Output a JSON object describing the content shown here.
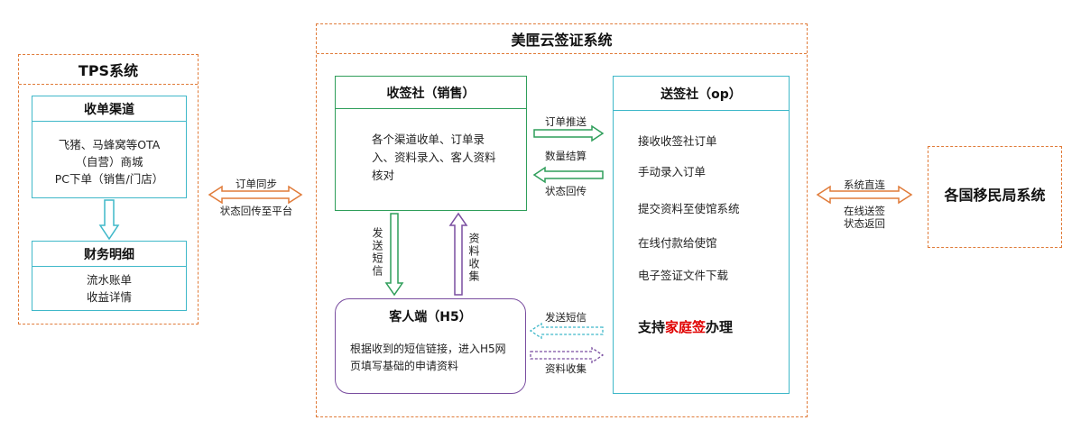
{
  "tps": {
    "title": "TPS系统",
    "channel_box": {
      "title": "收单渠道",
      "lines": [
        "飞猪、马蜂窝等OTA",
        "（自营）商城",
        "PC下单（销售/门店）"
      ]
    },
    "finance_box": {
      "title": "财务明细",
      "lines": [
        "流水账单",
        "收益详情"
      ]
    }
  },
  "link_tps": {
    "top": "订单同步",
    "bottom": "状态回传至平台"
  },
  "meixia": {
    "title": "美匣云签证系统",
    "collect_agency": {
      "title": "收签社（销售）",
      "body": "各个渠道收单、订单录入、资料录入、客人资料核对"
    },
    "send_agency": {
      "title": "送签社（op）",
      "items": [
        "接收收签社订单",
        "手动录入订单",
        "提交资料至使馆系统",
        "在线付款给使馆",
        "电子签证文件下载"
      ],
      "highlight_prefix": "支持",
      "highlight_red": "家庭签",
      "highlight_suffix": "办理"
    },
    "customer": {
      "title": "客人端（H5）",
      "body": "根据收到的短信链接，进入H5网页填写基础的申请资料"
    },
    "arrows": {
      "order_push": "订单推送",
      "qty_settle": "数量结算",
      "status_return": "状态回传",
      "send_sms_v": "发送短信",
      "data_collect_v": "资料收集",
      "send_sms_h": "发送短信",
      "data_collect_h": "资料收集"
    }
  },
  "link_gov": {
    "top": "系统直连",
    "bottom_1": "在线送签",
    "bottom_2": "状态返回"
  },
  "gov": {
    "title": "各国移民局系统"
  },
  "colors": {
    "orange": "#e07b39",
    "teal": "#3fb8c9",
    "green": "#2f9e5a",
    "purple": "#7a4ea0",
    "red": "#e00000"
  }
}
